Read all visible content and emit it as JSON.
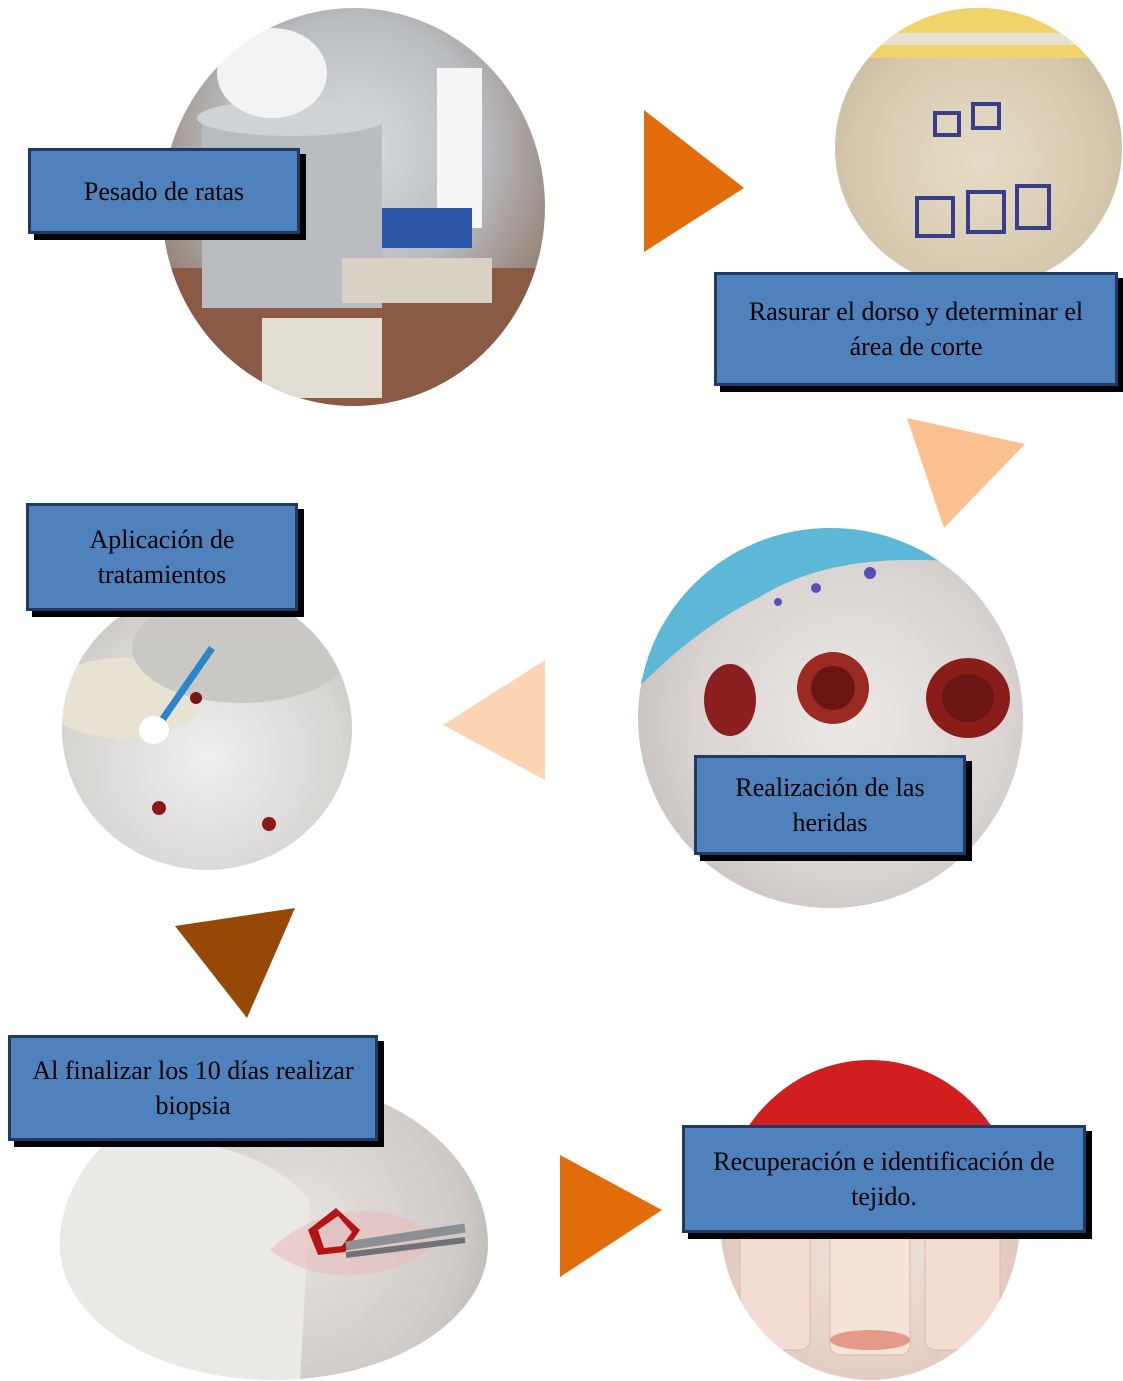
{
  "steps": [
    {
      "id": "pesado",
      "label": "Pesado de ratas"
    },
    {
      "id": "rasurar",
      "label": "Rasurar el dorso y determinar el área de corte"
    },
    {
      "id": "heridas",
      "label": "Realización de las heridas"
    },
    {
      "id": "aplicacion",
      "label": "Aplicación de tratamientos"
    },
    {
      "id": "biopsia",
      "label": "Al finalizar los 10 días realizar biopsia"
    },
    {
      "id": "recuperacion",
      "label": "Recuperación e identificación de tejido."
    }
  ],
  "colors": {
    "label_fill": "#4f81bd",
    "label_border": "#1f3b63",
    "arrow_orange": "#e36c0a",
    "arrow_peach": "#fac090",
    "arrow_light_peach": "#fbd4b4",
    "arrow_brown": "#974706"
  }
}
